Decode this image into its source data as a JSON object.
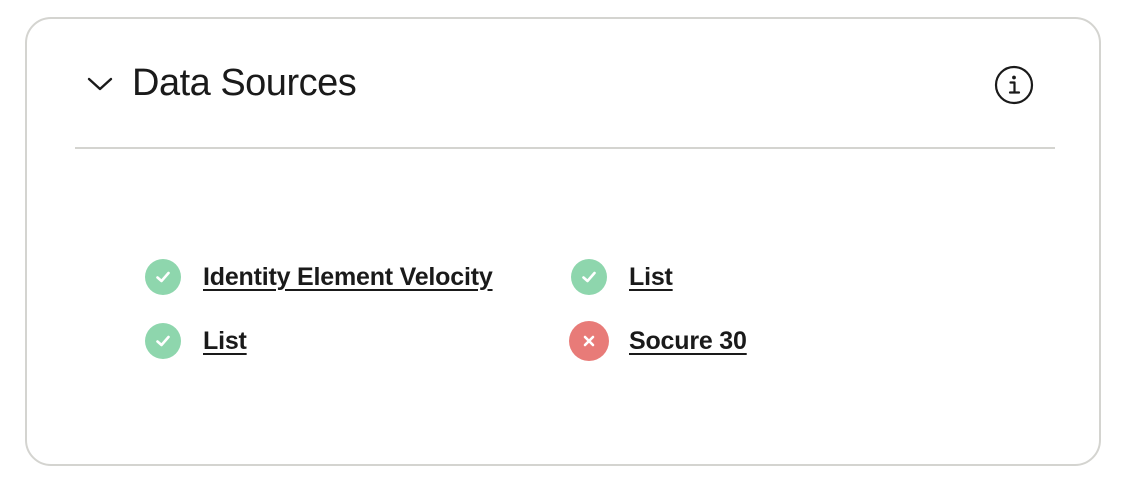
{
  "panel": {
    "title": "Data Sources",
    "toggle_icon": "chevron-down-icon",
    "info_icon": "info-icon"
  },
  "sources": [
    {
      "label": "Identity Element Velocity",
      "status": "success",
      "icon": "check-icon"
    },
    {
      "label": "List",
      "status": "success",
      "icon": "check-icon"
    },
    {
      "label": "List",
      "status": "success",
      "icon": "check-icon"
    },
    {
      "label": "Socure 30",
      "status": "error",
      "icon": "x-icon"
    }
  ],
  "colors": {
    "success": "#8ed6ad",
    "error": "#e87b78",
    "text": "#1a1a1a",
    "border": "#d4d4d0"
  }
}
